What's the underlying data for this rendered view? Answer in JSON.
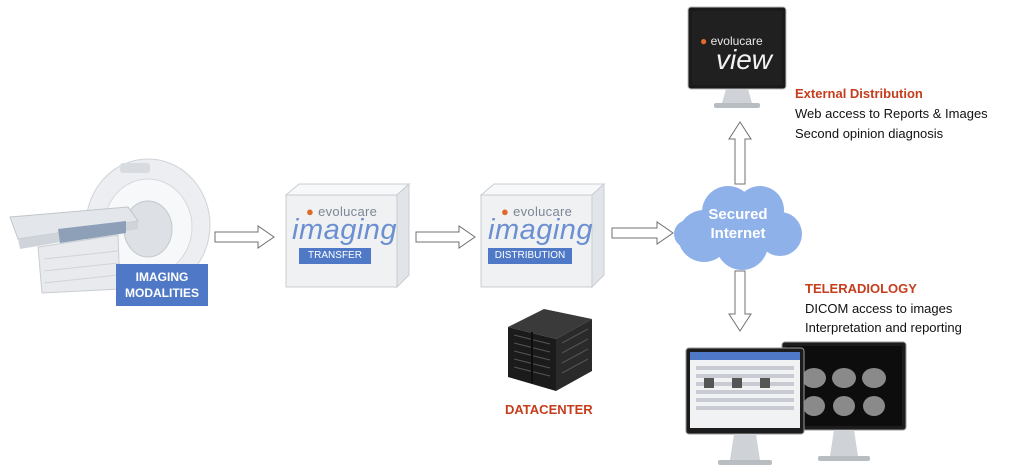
{
  "modalities": {
    "line1": "IMAGING",
    "line2": "MODALITIES"
  },
  "brand": {
    "small": "evolucare",
    "product_imaging": "imaging",
    "product_view": "view"
  },
  "transfer_cube": {
    "label": "TRANSFER"
  },
  "distribution_cube": {
    "label": "DISTRIBUTION"
  },
  "datacenter": {
    "label": "DATACENTER"
  },
  "cloud": {
    "line1": "Secured",
    "line2": "Internet"
  },
  "external": {
    "title": "External Distribution",
    "line1": "Web access to Reports & Images",
    "line2": "Second opinion diagnosis"
  },
  "teleradiology": {
    "title": "TELERADIOLOGY",
    "line1": "DICOM access to images",
    "line2": "Interpretation and reporting"
  },
  "colors": {
    "accent_blue": "#4f79c7",
    "cloud_blue": "#8fb1ea",
    "title_red": "#c63d1c",
    "brand_orange": "#e06a2b"
  }
}
